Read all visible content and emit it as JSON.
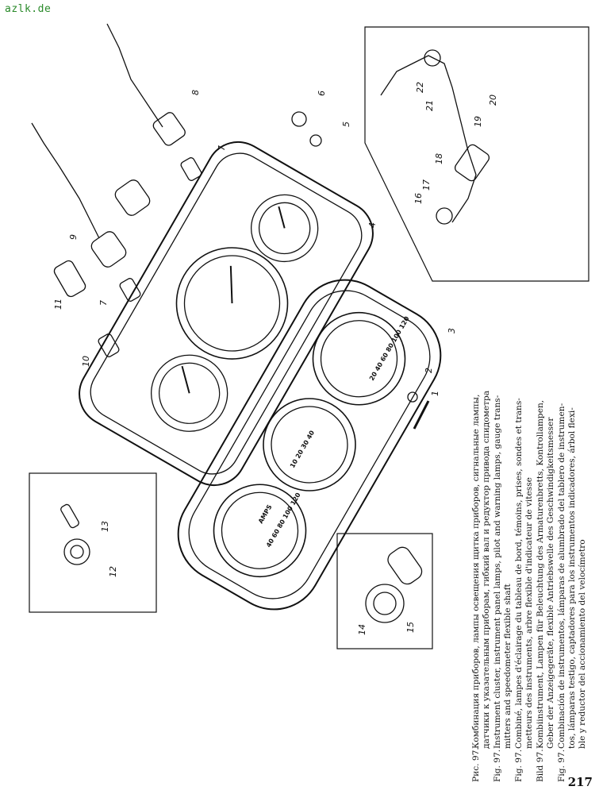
{
  "watermark": "azlk.de",
  "page_number": "217",
  "callouts": [
    "1",
    "2",
    "3",
    "4",
    "5",
    "6",
    "7",
    "7",
    "8",
    "9",
    "10",
    "11",
    "12",
    "13",
    "14",
    "15",
    "16",
    "17",
    "18",
    "19",
    "20",
    "21",
    "22"
  ],
  "gauge_text": {
    "speedo_scale": "20 40 60 80 100 120",
    "aux_scale_left": "40 60 80 100 120",
    "tacho_scale": "10 20 30 40",
    "rpm_label": "AMPS"
  },
  "captions": [
    {
      "label": "Рис. 97.",
      "lines": [
        "Комбинация приборов, лампы освещения щитка приборов, сигнальные лампы,",
        "датчики к указательным приборам, гибкий вал и редуктор привода спидометра"
      ]
    },
    {
      "label": "Fig. 97.",
      "lines": [
        "Instrument cluster, instrument panel lamps, pilot and warning lamps, gauge trans-",
        "mitters and speedometer flexible shaft"
      ]
    },
    {
      "label": "Fig. 97.",
      "lines": [
        "Combiné, lampes d'éclairage du tableau de bord, témoins, prises, sondes et trans-",
        "metteurs des instruments, arbre flexible d'indicateur de vitesse"
      ]
    },
    {
      "label": "Bild 97.",
      "lines": [
        "Kombiinstrument, Lampen für Beleuchtung des Armaturenbretts, Kontrollampen,",
        "Geber der Anzeigegeräte, flexible Antriebswelle des Geschwindigkeitsmesser"
      ]
    },
    {
      "label": "Fig. 97.",
      "lines": [
        "Combinación de instrumentos, lámparas de alumbrado del tablero de instrumen-",
        "tos, lámparas testigo, captadores para los instrumentos indicadores, árbol flexi-",
        "ble y reductor del accionamiento del velocímetro"
      ]
    }
  ]
}
